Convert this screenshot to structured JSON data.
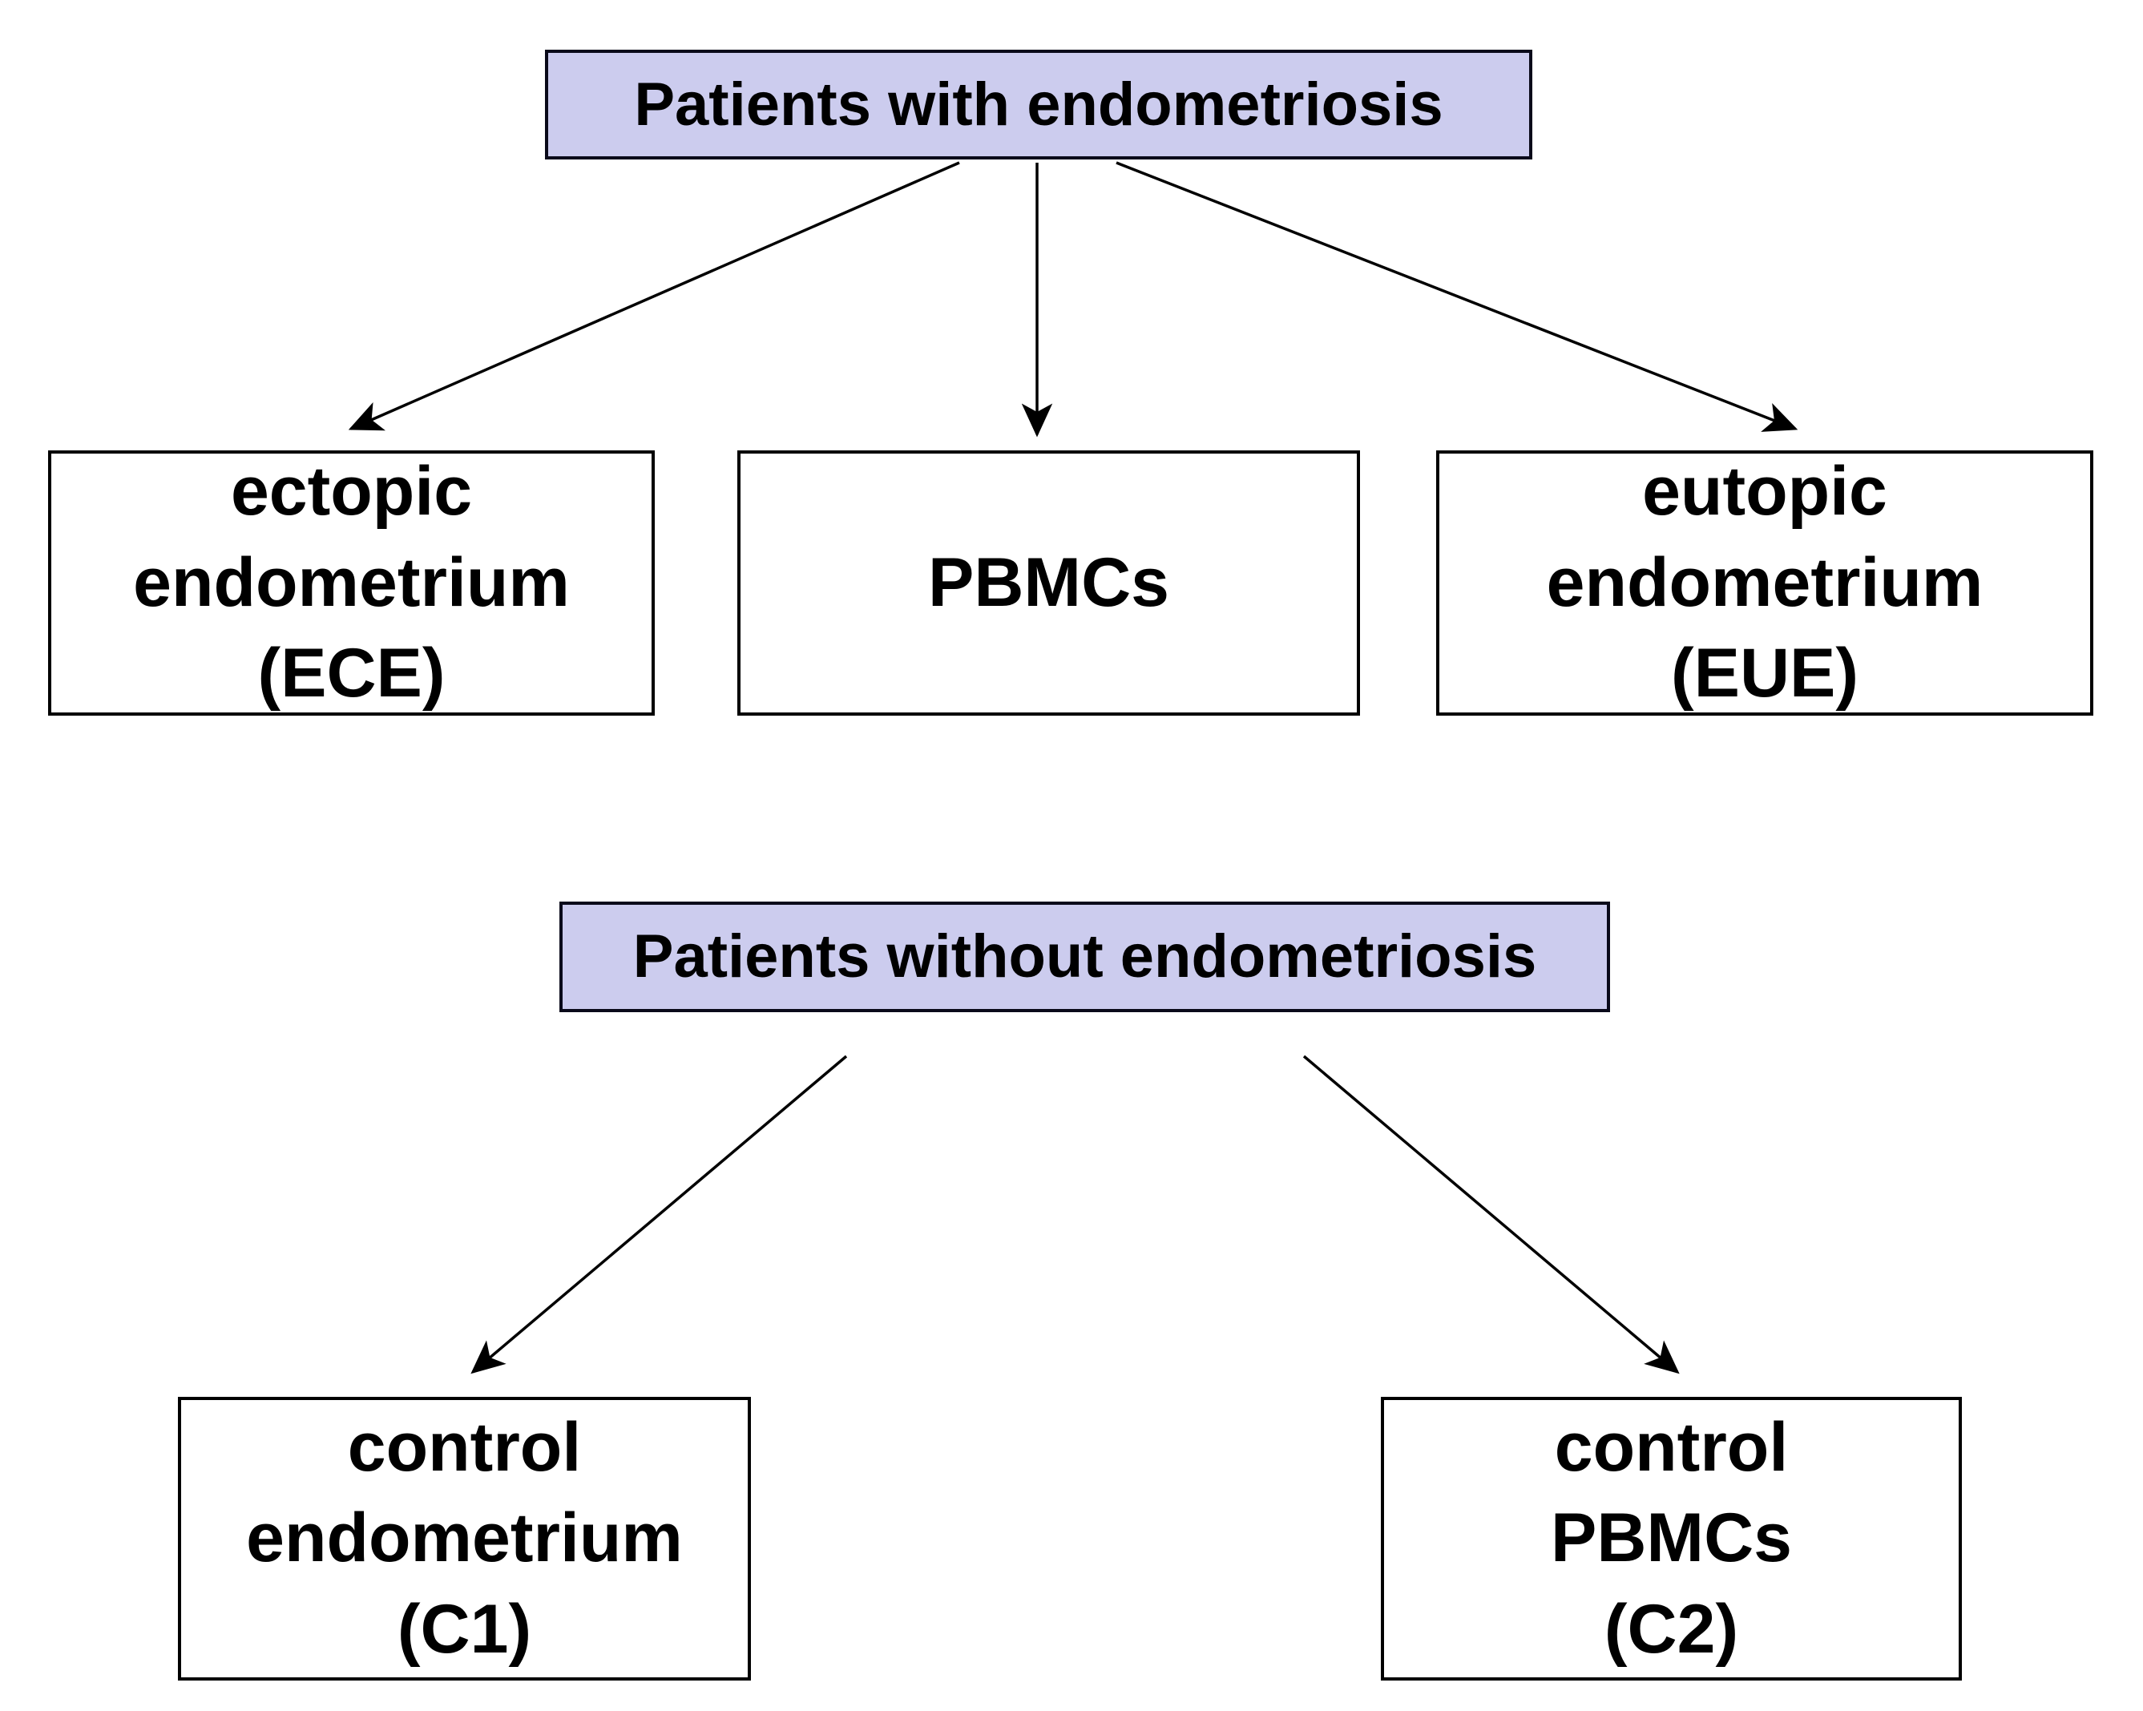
{
  "diagram": {
    "title": "Study groups flowchart",
    "colors": {
      "group_fill": "#ccccee",
      "group_border": "#0a0a1a",
      "leaf_fill": "#ffffff",
      "leaf_border": "#000000",
      "arrow": "#000000",
      "background": "#ffffff"
    },
    "edges": [
      {
        "from": "with_endo",
        "to": "ece"
      },
      {
        "from": "with_endo",
        "to": "pbmc"
      },
      {
        "from": "with_endo",
        "to": "eue"
      },
      {
        "from": "without_endo",
        "to": "c1"
      },
      {
        "from": "without_endo",
        "to": "c2"
      }
    ]
  },
  "nodes": {
    "with_endo": {
      "label": "Patients with endometriosis"
    },
    "ece": {
      "line1": "ectopic",
      "line2": "endometrium",
      "line3": "(ECE)"
    },
    "pbmc": {
      "label": "PBMCs"
    },
    "eue": {
      "line1": "eutopic",
      "line2": "endometrium",
      "line3": "(EUE)"
    },
    "without_endo": {
      "label": "Patients without endometriosis"
    },
    "c1": {
      "line1": "control",
      "line2": "endometrium",
      "line3": "(C1)"
    },
    "c2": {
      "line1": "control",
      "line2": "PBMCs",
      "line3": "(C2)"
    }
  }
}
